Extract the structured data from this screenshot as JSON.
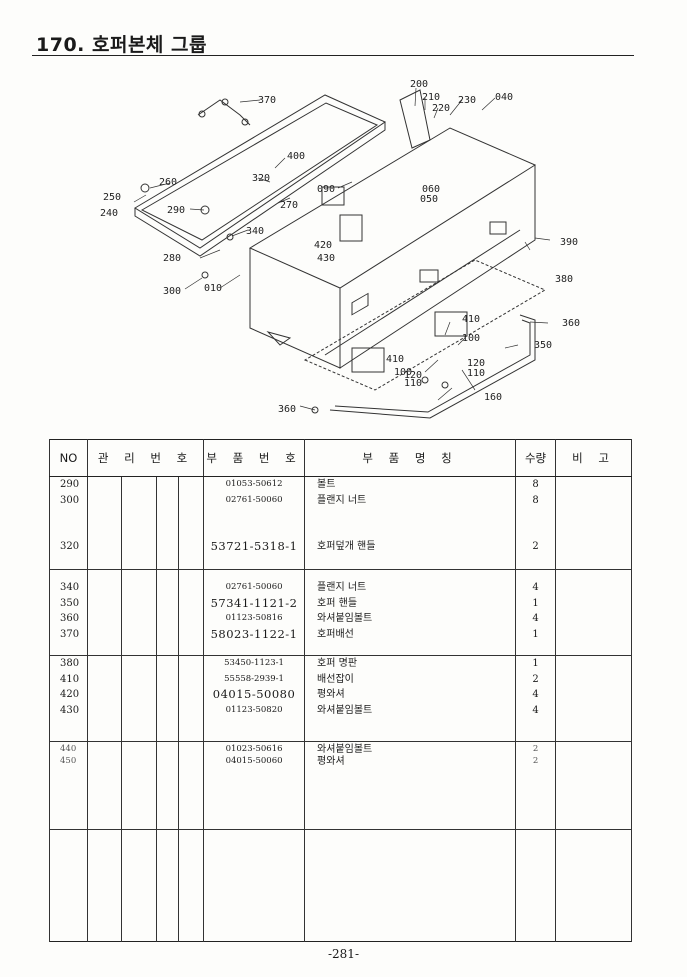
{
  "page": {
    "title": "170. 호퍼본체 그룹",
    "page_number": "-281-"
  },
  "diagram": {
    "callouts": [
      "370",
      "200",
      "210",
      "220",
      "230",
      "040",
      "400",
      "320",
      "260",
      "250",
      "290",
      "240",
      "090",
      "060",
      "050",
      "270",
      "340",
      "420",
      "430",
      "390",
      "280",
      "300",
      "010",
      "380",
      "410",
      "100",
      "360",
      "410",
      "100",
      "120",
      "110",
      "350",
      "120",
      "110",
      "160",
      "360"
    ]
  },
  "table": {
    "headers": {
      "no": "NO",
      "mgmt": "관 리 번 호",
      "part_no": "부 품 번 호",
      "part_name": "부 품 명 칭",
      "qty": "수량",
      "remarks": "비 고"
    },
    "groups": [
      {
        "rows": [
          {
            "no": "290",
            "part_no": "01053-50612",
            "name": "볼트",
            "qty": "8"
          },
          {
            "no": "300",
            "part_no": "02761-50060",
            "name": "플랜지 너트",
            "qty": "8"
          },
          {
            "no": "",
            "part_no": "",
            "name": "",
            "qty": ""
          },
          {
            "no": "",
            "part_no": "",
            "name": "",
            "qty": ""
          },
          {
            "no": "320",
            "part_no": "53721-5318-1",
            "name": "호퍼덮개 핸들",
            "qty": "2"
          }
        ]
      },
      {
        "rows": [
          {
            "no": "340",
            "part_no": "02761-50060",
            "name": "플랜지 너트",
            "qty": "4"
          },
          {
            "no": "350",
            "part_no": "57341-1121-2",
            "name": "호퍼 핸들",
            "qty": "1"
          },
          {
            "no": "360",
            "part_no": "01123-50816",
            "name": "와셔붙임볼트",
            "qty": "4"
          },
          {
            "no": "370",
            "part_no": "58023-1122-1",
            "name": "호퍼배선",
            "qty": "1"
          }
        ]
      },
      {
        "rows": [
          {
            "no": "380",
            "part_no": "53450-1123-1",
            "name": "호퍼 명판",
            "qty": "1"
          },
          {
            "no": "410",
            "part_no": "55558-2939-1",
            "name": "배선잡이",
            "qty": "2"
          },
          {
            "no": "420",
            "part_no": "04015-50080",
            "name": "평와셔",
            "qty": "4"
          },
          {
            "no": "430",
            "part_no": "01123-50820",
            "name": "와셔붙임볼트",
            "qty": "4"
          }
        ]
      },
      {
        "rows": [
          {
            "no": "440",
            "part_no": "01023-50616",
            "name": "와셔붙임볼트",
            "qty": "2"
          },
          {
            "no": "450",
            "part_no": "04015-50060",
            "name": "평와셔",
            "qty": "2"
          }
        ]
      }
    ]
  }
}
